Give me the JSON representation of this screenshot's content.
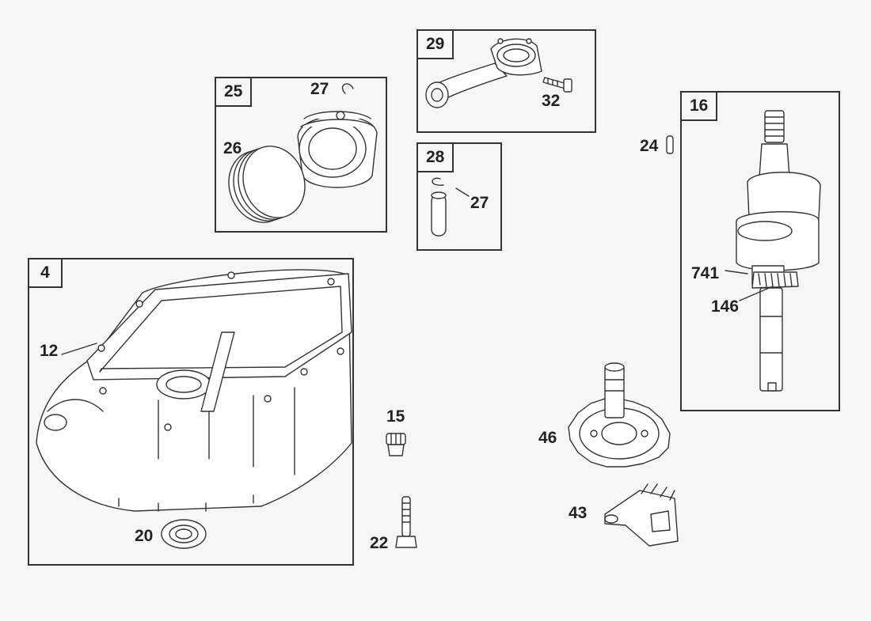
{
  "diagram": {
    "title": "Engine parts diagram",
    "groups": [
      {
        "id": "4",
        "label": "4"
      },
      {
        "id": "16",
        "label": "16"
      },
      {
        "id": "25",
        "label": "25"
      },
      {
        "id": "28",
        "label": "28"
      },
      {
        "id": "29",
        "label": "29"
      }
    ],
    "callouts": {
      "c12": "12",
      "c15": "15",
      "c20": "20",
      "c22": "22",
      "c24": "24",
      "c26": "26",
      "c27a": "27",
      "c27b": "27",
      "c32": "32",
      "c43": "43",
      "c46": "46",
      "c146": "146",
      "c741": "741"
    },
    "colors": {
      "background": "#f6f6f6",
      "line": "#333333",
      "fill": "#ffffff"
    }
  }
}
